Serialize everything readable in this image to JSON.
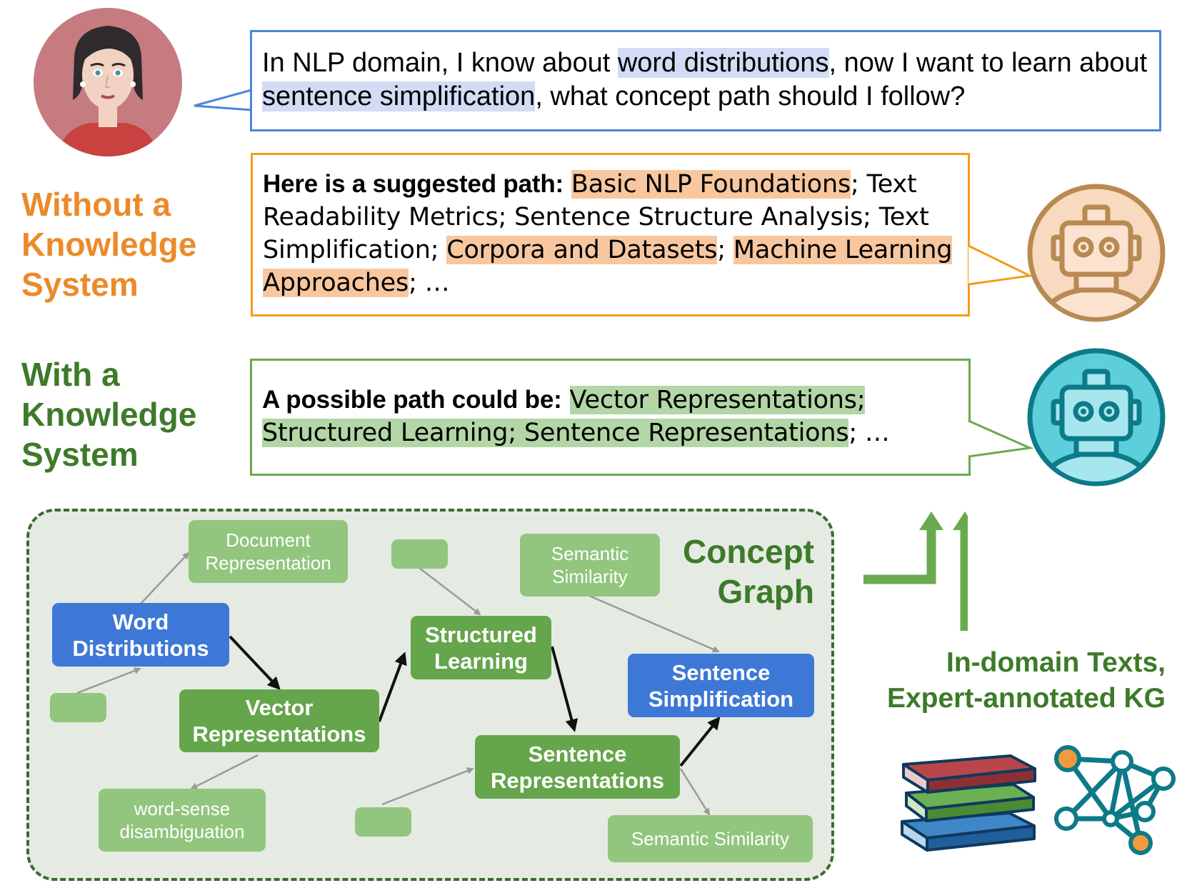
{
  "question": {
    "pre": "In NLP domain, I know about ",
    "hl1": "word distributions",
    "mid": ", now I want to learn about ",
    "hl2": "sentence simplification",
    "post": ", what concept path should I follow?"
  },
  "without_kg": {
    "label": "Without a Knowledge System",
    "lead": "Here is a suggested path:",
    "steps": [
      {
        "text": "Basic NLP Foundations",
        "highlight": true
      },
      {
        "text": "Text Readability Metrics",
        "highlight": false
      },
      {
        "text": "Sentence Structure Analysis",
        "highlight": false
      },
      {
        "text": "Text Simplification",
        "highlight": false
      },
      {
        "text": "Corpora and Datasets",
        "highlight": true
      },
      {
        "text": "Machine Learning Approaches",
        "highlight": true
      }
    ],
    "ellipsis": "…"
  },
  "with_kg": {
    "label": "With a Knowledge System",
    "lead": "A possible path could be:",
    "steps": [
      {
        "text": "Vector Representations",
        "highlight": true
      },
      {
        "text": "Structured Learning",
        "highlight": true
      },
      {
        "text": "Sentence Representations",
        "highlight": true
      }
    ],
    "ellipsis": "…"
  },
  "concept_graph": {
    "title": "Concept Graph",
    "nodes": {
      "document_representation": "Document\nRepresentation",
      "word_distributions": "Word\nDistributions",
      "vector_representations": "Vector\nRepresentations",
      "word_sense_disambiguation": "word-sense\ndisambiguation",
      "structured_learning": "Structured\nLearning",
      "semantic_similarity_top": "Semantic\nSimilarity",
      "sentence_simplification": "Sentence\nSimplification",
      "sentence_representations": "Sentence\nRepresentations",
      "semantic_similarity_bottom": "Semantic Similarity",
      "blank": ""
    }
  },
  "sources": {
    "label_line1": "In-domain Texts,",
    "label_line2": "Expert-annotated KG"
  },
  "colors": {
    "blue": "#4a86d9",
    "orange": "#f29d1b",
    "green": "#6aaa4f",
    "dark_green": "#3d7a29",
    "label_orange": "#ec8a2a"
  }
}
